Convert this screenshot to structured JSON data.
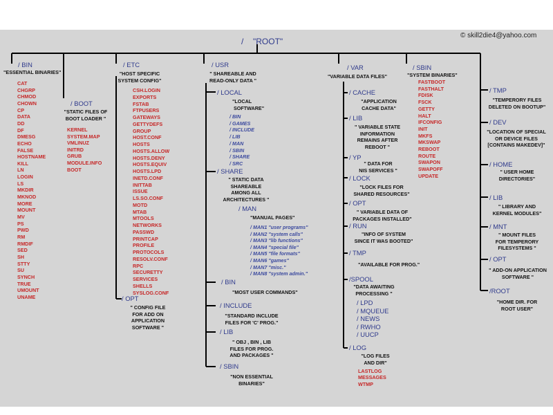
{
  "root": {
    "slash": "/",
    "label": "\"ROOT\""
  },
  "copyright": "© skill2die4@yahoo.com",
  "bin": {
    "dir": "/ BIN",
    "desc": "\"ESSENTIAL BINARIES\"",
    "items": [
      "CAT",
      "CHGRP",
      "CHMOD",
      "CHOWN",
      "CP",
      "DATA",
      "DD",
      "DF",
      "DMESG",
      "ECHO",
      "FALSE",
      "HOSTNAME",
      "KILL",
      "LN",
      "LOGIN",
      "LS",
      "MKDIR",
      "MKNOD",
      "MORE",
      "MOUNT",
      "MV",
      "PS",
      "PWD",
      "RM",
      "RMDIF",
      "SED",
      "SH",
      "STTY",
      "SU",
      "SYNCH",
      "TRUE",
      "UMOUNT",
      "UNAME"
    ]
  },
  "boot": {
    "dir": "/ BOOT",
    "desc": [
      "\"STATIC FILES OF",
      "BOOT LOADER \""
    ],
    "items": [
      "KERNEL",
      "SYSTEM.MAP",
      "VMLINUZ",
      "INITRD",
      "GRUB",
      "MODULE.INFO",
      "BOOT"
    ]
  },
  "etc": {
    "dir": "/ ETC",
    "desc": [
      "\"HOST SPECIFIC",
      "SYSTEM CONFIG\""
    ],
    "items": [
      "CSH.LOGIN",
      "EXPORTS",
      "FSTAB",
      "FTPUSERS",
      "GATEWAYS",
      "GETTYDEFS",
      "GROUP",
      "HOST.CONF",
      "HOSTS",
      "HOSTS.ALLOW",
      "HOSTS.DENY",
      "HOSTS.EQUIV",
      "HOSTS.LPD",
      "INETD.CONF",
      "INITTAB",
      "ISSUE",
      "LS.SO.CONF",
      "MOTD",
      "MTAB",
      "MTOOLS",
      "NETWORKS",
      "PASSWD",
      "PRINTCAP",
      "PROFILE",
      "PROTOCOLS",
      "RESOLV.CONF",
      "RPC",
      "SECURETTY",
      "SERVICES",
      "SHELLS",
      "SYSLOG.CONF"
    ],
    "opt": {
      "dir": "/ OPT",
      "desc": [
        "\" CONFIG FILE",
        "FOR ADD ON",
        "APPLICATION",
        "SOFTWARE \""
      ]
    }
  },
  "usr": {
    "dir": "/ USR",
    "desc": [
      "\" SHAREABLE AND",
      "READ-ONLY DATA \""
    ],
    "local": {
      "dir": "/ LOCAL",
      "desc": [
        "\"LOCAL",
        "SOFTWARE\""
      ],
      "items": [
        "/ BIN",
        "/ GAMES",
        "/ INCLUDE",
        "/ LIB",
        "/ MAN",
        "/ SBIN",
        "/ SHARE",
        "/ SRC"
      ]
    },
    "share": {
      "dir": "/ SHARE",
      "desc": [
        "\" STATIC DATA",
        "SHAREABLE",
        "AMONG ALL",
        "ARCHITECTURES \""
      ]
    },
    "man": {
      "dir": "/ MAN",
      "desc": "\"MANUAL PAGES\"",
      "items": [
        "/ MAN1 \"user programs\"",
        "/ MAN2 \"system calls\"",
        "/ MAN3 \"lib functions\"",
        "/ MAN4 \"special file\"",
        "/ MAN5 \"file formats\"",
        "/ MAN6 \"games\"",
        "/ MAN7 \"misc.\"",
        "/ MAN8 \"system admin.\""
      ]
    },
    "bin": {
      "dir": "/ BIN",
      "desc": "\"MOST USER COMMANDS\""
    },
    "include": {
      "dir": "/ INCLUDE",
      "desc": [
        "\"STANDARD INCLUDE",
        "FILES FOR 'C' PROG.\""
      ]
    },
    "lib": {
      "dir": "/ LIB",
      "desc": [
        "\" OBJ , BIN , LIB",
        "FILES FOR PROG.",
        "AND PACKAGES \""
      ]
    },
    "sbin": {
      "dir": "/ SBIN",
      "desc": [
        "\"NON ESSENTIAL",
        "BINARIES\""
      ]
    }
  },
  "var": {
    "dir": "/ VAR",
    "desc": "\"VARIABLE DATA FILES\"",
    "cache": {
      "dir": "/ CACHE",
      "desc": [
        "\"APPLICATION",
        "CACHE DATA\""
      ]
    },
    "lib": {
      "dir": "/ LIB",
      "desc": [
        "\" VARIABLE STATE",
        "INFORMATION",
        "REMAINS AFTER",
        "REBOOT \""
      ]
    },
    "yp": {
      "dir": "/ YP",
      "desc": [
        "\" DATA FOR",
        "NIS SERVICES \""
      ]
    },
    "lock": {
      "dir": "/ LOCK",
      "desc": [
        "\"LOCK FILES FOR",
        "SHARED RESOURCES\""
      ]
    },
    "opt": {
      "dir": "/ OPT",
      "desc": [
        "\" VARIABLE DATA OF",
        "PACKAGES INSTALLED\""
      ]
    },
    "run": {
      "dir": "/ RUN",
      "desc": [
        "\"INFO OF SYSTEM",
        "SINCE IT WAS BOOTED\""
      ]
    },
    "tmp": {
      "dir": "/ TMP",
      "desc": "\"AVAILABLE FOR PROG.\""
    },
    "spool": {
      "dir": "/SPOOL",
      "desc": [
        "\"DATA AWAITING",
        "PROCESSING \""
      ],
      "items": [
        "/ LPD",
        "/ MQUEUE",
        "/ NEWS",
        "/ RWHO",
        "/ UUCP"
      ]
    },
    "log": {
      "dir": "/ LOG",
      "desc": [
        "\"LOG FILES",
        "AND DIR\""
      ],
      "items": [
        "LASTLOG",
        "MESSAGES",
        "WTMP"
      ]
    }
  },
  "sbin": {
    "dir": "/ SBIN",
    "desc": "\"SYSTEM BINARIES\"",
    "items": [
      "FASTBOOT",
      "FASTHALT",
      "FDISK",
      "FSCK",
      "GETTY",
      "HALT",
      "IFCONFIG",
      "INIT",
      "MKFS",
      "MKSWAP",
      "REBOOT",
      "ROUTE",
      "SWAPON",
      "SWAPOFF",
      "UPDATE"
    ]
  },
  "right": {
    "tmp": {
      "dir": "/ TMP",
      "desc": [
        "\"TEMPERORY FILES",
        "DELETED ON BOOTUP\""
      ]
    },
    "dev": {
      "dir": "/ DEV",
      "desc": [
        "\"LOCATION OF SPECIAL",
        "OR DEVICE FILES",
        "[CONTAINS MAKEDEV]\""
      ]
    },
    "home": {
      "dir": "/ HOME",
      "desc": [
        "\" USER HOME",
        "DIRECTORIES\""
      ]
    },
    "lib": {
      "dir": "/ LIB",
      "desc": [
        "\" LIBRARY AND",
        "KERNEL MODULES\""
      ]
    },
    "mnt": {
      "dir": "/ MNT",
      "desc": [
        "\" MOUNT FILES",
        "FOR TEMPERORY",
        "FILESYSTEMS \""
      ]
    },
    "opt": {
      "dir": "/ OPT",
      "desc": [
        "\" ADD-ON APPLICATION",
        "SOFTWARE \""
      ]
    },
    "root": {
      "dir": "/ROOT",
      "desc": [
        "\"HOME DIR. FOR",
        "ROOT USER\""
      ]
    }
  }
}
